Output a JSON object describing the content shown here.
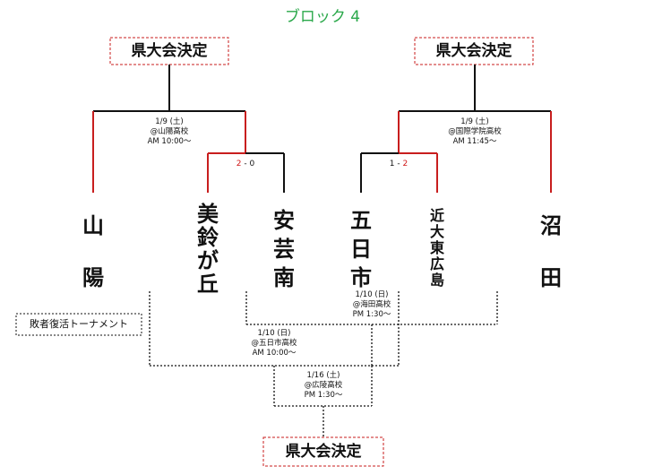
{
  "block_title": "ブロック 4",
  "qualify_label": "県大会決定",
  "loser_bracket_label": "敗者復活トーナメント",
  "teams": [
    {
      "name": "山陽",
      "chars": [
        "山",
        "陽"
      ]
    },
    {
      "name": "美鈴が丘",
      "chars": [
        "美",
        "鈴",
        "が",
        "丘"
      ]
    },
    {
      "name": "安芸南",
      "chars": [
        "安",
        "芸",
        "南"
      ]
    },
    {
      "name": "五日市",
      "chars": [
        "五",
        "日",
        "市"
      ]
    },
    {
      "name": "近大東広島",
      "chars": [
        "近",
        "大",
        "東",
        "広",
        "島"
      ]
    },
    {
      "name": "沼田",
      "chars": [
        "沼",
        "田"
      ]
    }
  ],
  "matches": {
    "left_first": {
      "score_left": "2",
      "score_sep": " - ",
      "score_right": "0"
    },
    "left_final": {
      "date": "1/9 (土)",
      "venue": "@山陽高校",
      "time": "AM 10:00〜"
    },
    "right_first": {
      "score_left": "1",
      "score_sep": " - ",
      "score_right": "2"
    },
    "right_final": {
      "date": "1/9 (土)",
      "venue": "@国際学院高校",
      "time": "AM 11:45〜"
    },
    "loser_r1": {
      "date": "1/10 (日)",
      "venue": "@海田高校",
      "time": "PM 1:30〜"
    },
    "loser_r2": {
      "date": "1/10 (日)",
      "venue": "@五日市高校",
      "time": "AM 10:00〜"
    },
    "loser_final": {
      "date": "1/16 (土)",
      "venue": "@広陵高校",
      "time": "PM 1:30〜"
    }
  },
  "colors": {
    "winner_line": "#c81e1e",
    "line": "#111111",
    "dashed_box": "#c81e1e",
    "title": "#2aa84a"
  }
}
